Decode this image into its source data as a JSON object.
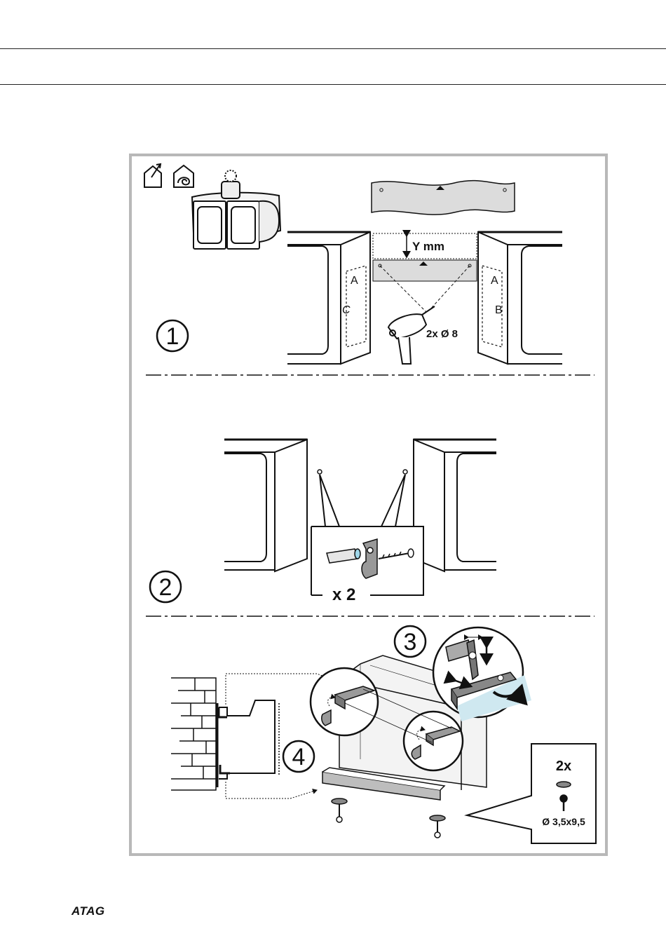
{
  "brand": "ATAG",
  "step1": {
    "number": "1",
    "dimension_label": "Y mm",
    "drill_label": "2x Ø 8",
    "cabinet_left_labels": [
      "A",
      "C"
    ],
    "cabinet_right_labels": [
      "A",
      "B"
    ]
  },
  "step2": {
    "number": "2",
    "quantity_label": "x 2"
  },
  "step3": {
    "number": "3"
  },
  "step4": {
    "number": "4",
    "quantity_label": "2x",
    "screw_label": "Ø 3,5x9,5"
  }
}
